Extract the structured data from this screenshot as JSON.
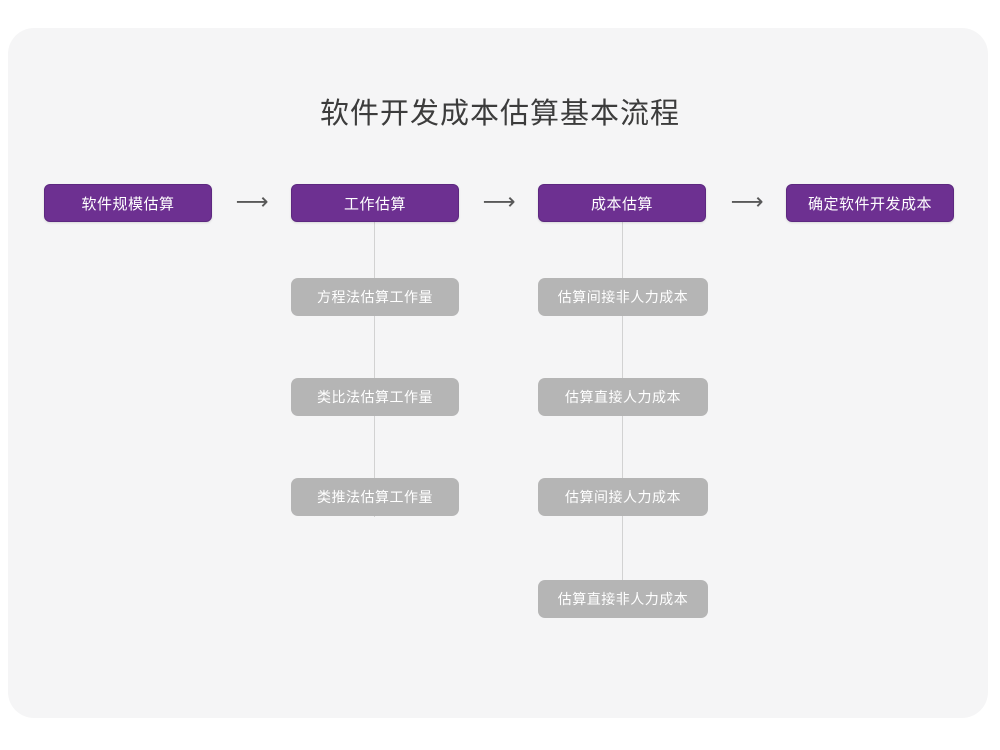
{
  "page": {
    "title": "软件开发成本估算基本流程",
    "colors": {
      "page_background": "#ffffff",
      "card_background": "#f5f5f6",
      "stage_box": "#6d3091",
      "stage_box_border": "#5d2880",
      "substep_box": "#b5b5b5",
      "connector_line": "#d2d2d2",
      "title_text": "#3c3c3c",
      "box_text": "#ffffff",
      "arrow": "#595959"
    }
  },
  "flow": {
    "type": "horizontal-process-flow-with-substeps",
    "stages": [
      {
        "id": "stage-1",
        "label": "软件规模估算",
        "substeps": []
      },
      {
        "id": "stage-2",
        "label": "工作估算",
        "substeps": [
          {
            "label": "方程法估算工作量"
          },
          {
            "label": "类比法估算工作量"
          },
          {
            "label": "类推法估算工作量"
          }
        ]
      },
      {
        "id": "stage-3",
        "label": "成本估算",
        "substeps": [
          {
            "label": "估算间接非人力成本"
          },
          {
            "label": "估算直接人力成本"
          },
          {
            "label": "估算间接人力成本"
          },
          {
            "label": "估算直接非人力成本"
          }
        ]
      },
      {
        "id": "stage-4",
        "label": "确定软件开发成本",
        "substeps": []
      }
    ],
    "connectors": [
      {
        "from": "stage-1",
        "to": "stage-2",
        "glyph": "⟶"
      },
      {
        "from": "stage-2",
        "to": "stage-3",
        "glyph": "⟶"
      },
      {
        "from": "stage-3",
        "to": "stage-4",
        "glyph": "⟶"
      }
    ]
  }
}
